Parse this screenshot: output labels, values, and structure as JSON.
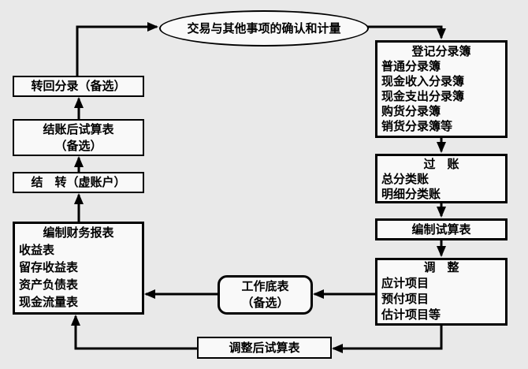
{
  "diagram": {
    "colors": {
      "background": "#e9e9e9",
      "node_fill": "#f9f9f9",
      "line": "#000000"
    },
    "nodes": {
      "recognition": {
        "label": "交易与其他事项的确认和计量"
      },
      "register_journals": {
        "title": "登记分录簿",
        "items": [
          "普通分录簿",
          "现金收入分录簿",
          "现金支出分录簿",
          "购货分录簿",
          "销货分录簿等"
        ]
      },
      "posting": {
        "title": "过　账",
        "items": [
          "总分类账",
          "明细分类账"
        ]
      },
      "prepare_trial_balance": {
        "label": "编制试算表"
      },
      "adjustments": {
        "title": "调　整",
        "items": [
          "应计项目",
          "预付项目",
          "估计项目等"
        ]
      },
      "adjusted_trial_balance": {
        "label": "调整后试算表"
      },
      "worksheet": {
        "lines": [
          "工作底表",
          "（备选）"
        ]
      },
      "financial_statements": {
        "title": "编制财务报表",
        "items": [
          "收益表",
          "留存收益表",
          "资产负债表",
          "现金流量表"
        ]
      },
      "closing": {
        "label": "结　转（虚账户）"
      },
      "post_closing_trial_balance": {
        "lines": [
          "结账后试算表",
          "（备选）"
        ]
      },
      "reversing_entries": {
        "label": "转回分录（备选）"
      }
    }
  }
}
